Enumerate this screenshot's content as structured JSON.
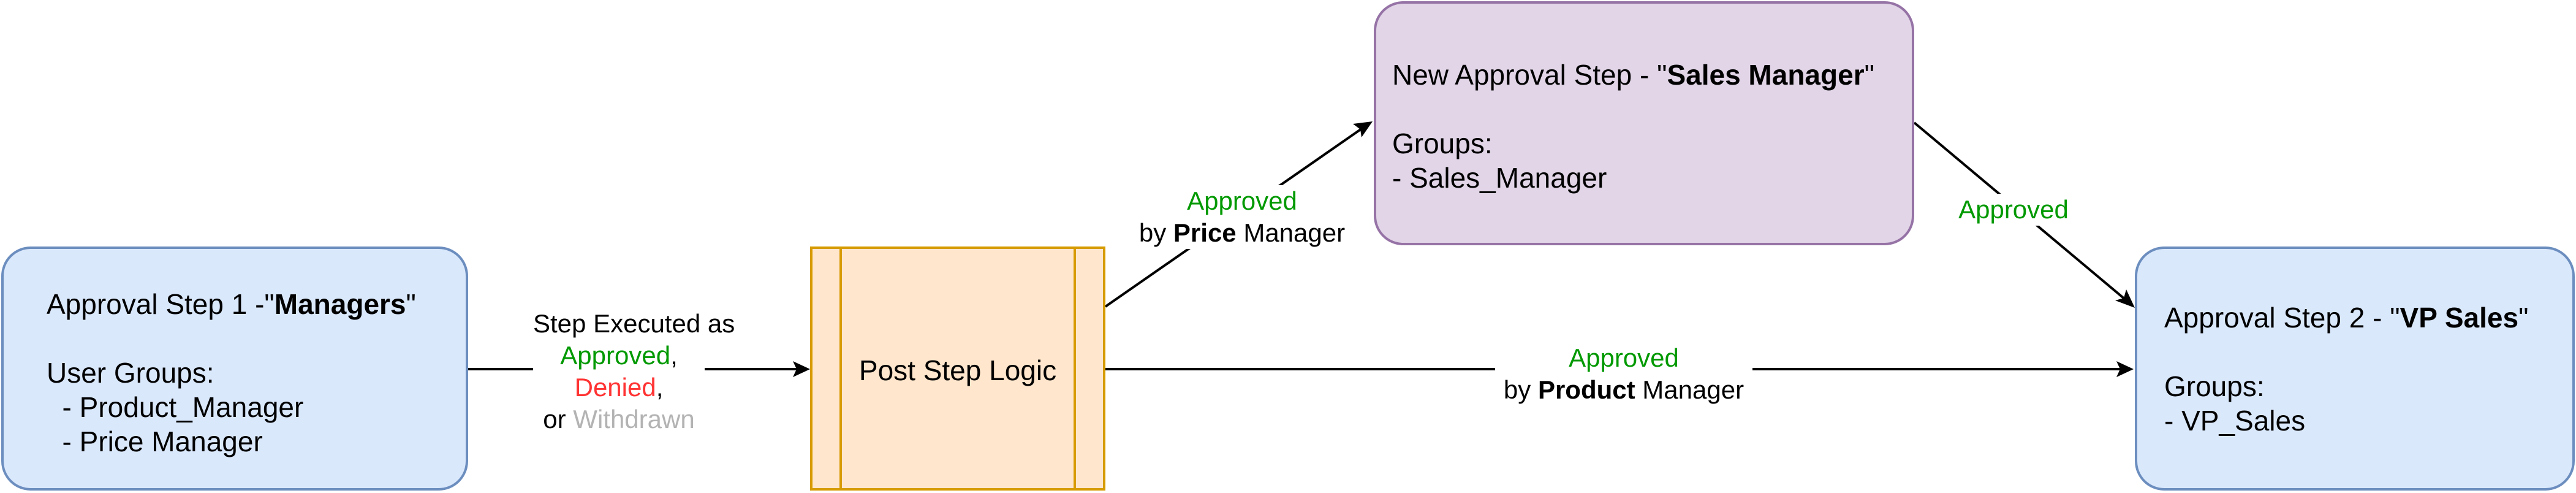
{
  "step1": {
    "title_prefix": "Approval Step 1 -\"",
    "title_bold": "Managers",
    "title_suffix": "\"",
    "groups_heading": "User Groups:",
    "groups": [
      "  - Product_Manager",
      "  - Price Manager"
    ]
  },
  "post_step": {
    "label": "Post Step Logic"
  },
  "sales_step": {
    "title_prefix": "New Approval Step - \"",
    "title_bold": "Sales Manager",
    "title_suffix": "\"",
    "groups_heading": "Groups:",
    "groups": [
      "- Sales_Manager"
    ]
  },
  "step2": {
    "title_prefix": "Approval Step 2 - \"",
    "title_bold": "VP Sales",
    "title_suffix": "\"",
    "groups_heading": "Groups:",
    "groups": [
      "- VP_Sales"
    ]
  },
  "edge_executed": {
    "line1": "Step Executed as",
    "approved": "Approved",
    "comma1": ",",
    "denied": "Denied",
    "comma2": ",",
    "or": "or ",
    "withdrawn": "Withdrawn"
  },
  "edge_price": {
    "status": "Approved",
    "by": "by ",
    "who": "Price",
    "suffix": " Manager"
  },
  "edge_product": {
    "status": "Approved",
    "by": "by ",
    "who": "Product",
    "suffix": " Manager"
  },
  "edge_sales": {
    "status": "Approved"
  },
  "colors": {
    "blue_fill": "#dae8fc",
    "blue_stroke": "#6c8ebf",
    "purple_fill": "#e1d5e7",
    "purple_stroke": "#9673a6",
    "orange_fill": "#ffe6cc",
    "orange_stroke": "#d79b00",
    "approved": "#009900",
    "denied": "#ff3333",
    "withdrawn": "#b3b3b3"
  }
}
